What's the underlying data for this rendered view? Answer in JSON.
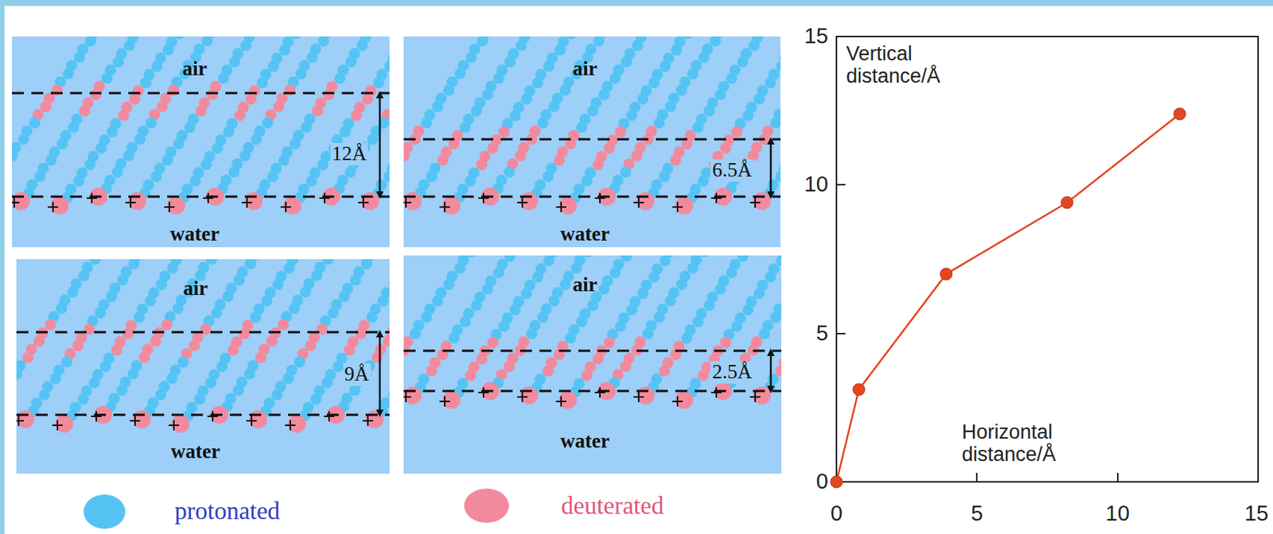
{
  "diagram": {
    "labels": [
      "air",
      "water",
      "12Å",
      "air",
      "water",
      "6.5Å",
      "air",
      "water",
      "9Å",
      "air",
      "water",
      "2.5Å",
      "Vertical distance/Å",
      "Horizontal distance/Å",
      "0",
      "5",
      "10",
      "15",
      "0",
      "5",
      "10",
      "15"
    ],
    "legend": [
      {
        "text": "protonated",
        "color": "#55c4f4"
      },
      {
        "text": "deuterated",
        "color": "#f28a9e"
      }
    ]
  }
}
